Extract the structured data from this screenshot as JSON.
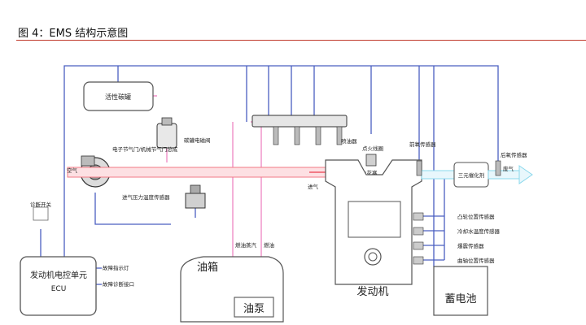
{
  "figure": {
    "title": "图 4：EMS 结构示意图"
  },
  "components": {
    "canister": "活性碳罐",
    "purge_valve": "碳罐电磁阀",
    "throttle": "电子节气门/机械节气门总成",
    "map_sensor": "进气压力温度传感器",
    "injector": "喷油器",
    "ignition_coil": "点火线圈",
    "spark_plug": "火花塞",
    "upstream_o2": "前氧传感器",
    "catalyst": "三元催化剂",
    "downstream_o2": "后氧传感器",
    "cam_sensor": "凸轮位置传感器",
    "coolant_sensor": "冷却水温度传感器",
    "knock_sensor": "爆震传感器",
    "crank_sensor": "曲轴位置传感器",
    "diag_switch": "诊断开关",
    "ecu_line1": "发动机电控单元",
    "ecu_line2": "ECU",
    "fault_lamp": "故障指示灯",
    "diag_port": "故障诊断接口",
    "fuel_tank": "油箱",
    "fuel_pump": "油泵",
    "engine": "发动机",
    "battery": "蓄电池",
    "fuel_vapor": "燃油蒸汽",
    "fuel": "燃油",
    "air": "空气",
    "intake_air": "进气",
    "exhaust_gas": "废气"
  },
  "colors": {
    "wire": "#4a5fc1",
    "fuel_line": "#f08fc8",
    "intake_arrow": "#f27a85",
    "exhaust_arrow": "#8ad8ec",
    "title_rule": "#c0392b"
  }
}
